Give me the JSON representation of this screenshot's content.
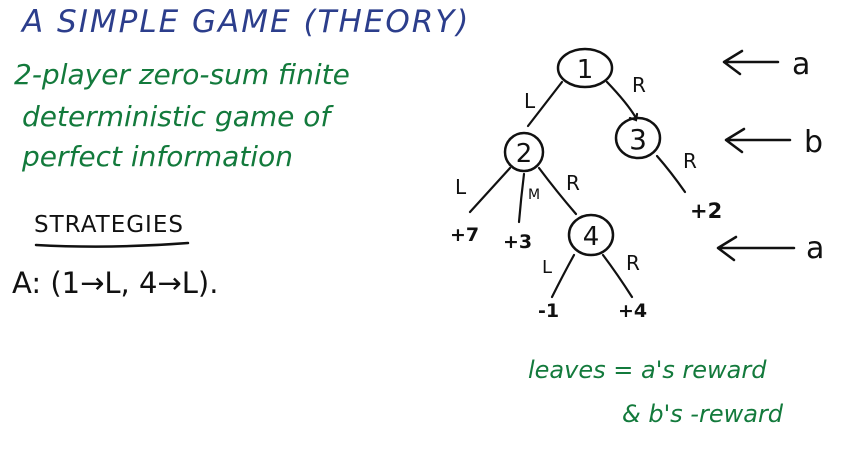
{
  "title": "A SIMPLE GAME (THEORY)",
  "description_lines": [
    "2-player zero-sum finite",
    "deterministic game of",
    "perfect information"
  ],
  "strategies": {
    "heading": "STRATEGIES",
    "line": "A: (1→L, 4→L)."
  },
  "tree": {
    "nodes": [
      {
        "id": "n1",
        "label": "1"
      },
      {
        "id": "n2",
        "label": "2"
      },
      {
        "id": "n3",
        "label": "3"
      },
      {
        "id": "n4",
        "label": "4"
      }
    ],
    "edges": [
      {
        "from": "n1",
        "to": "n2",
        "label": "L"
      },
      {
        "from": "n1",
        "to": "n3",
        "label": "R"
      },
      {
        "from": "n2",
        "to": "leaf_p7",
        "label": "L"
      },
      {
        "from": "n2",
        "to": "leaf_p3",
        "label": "M"
      },
      {
        "from": "n2",
        "to": "n4",
        "label": "R"
      },
      {
        "from": "n3",
        "to": "leaf_p2",
        "label": "R"
      },
      {
        "from": "n4",
        "to": "leaf_m1",
        "label": "L"
      },
      {
        "from": "n4",
        "to": "leaf_p4",
        "label": "R"
      }
    ],
    "leaves": [
      {
        "id": "leaf_p7",
        "value": "+7"
      },
      {
        "id": "leaf_p3",
        "value": "+3"
      },
      {
        "id": "leaf_p2",
        "value": "+2"
      },
      {
        "id": "leaf_m1",
        "value": "-1"
      },
      {
        "id": "leaf_p4",
        "value": "+4"
      }
    ],
    "players": [
      {
        "level": "top",
        "label": "a"
      },
      {
        "level": "middle",
        "label": "b"
      },
      {
        "level": "bottom",
        "label": "a"
      }
    ]
  },
  "note": {
    "line1": "leaves = a's reward",
    "line2": "& b's -reward"
  },
  "colors": {
    "title": "#2c3e8c",
    "green_text": "#137a3c",
    "ink": "#111111"
  }
}
